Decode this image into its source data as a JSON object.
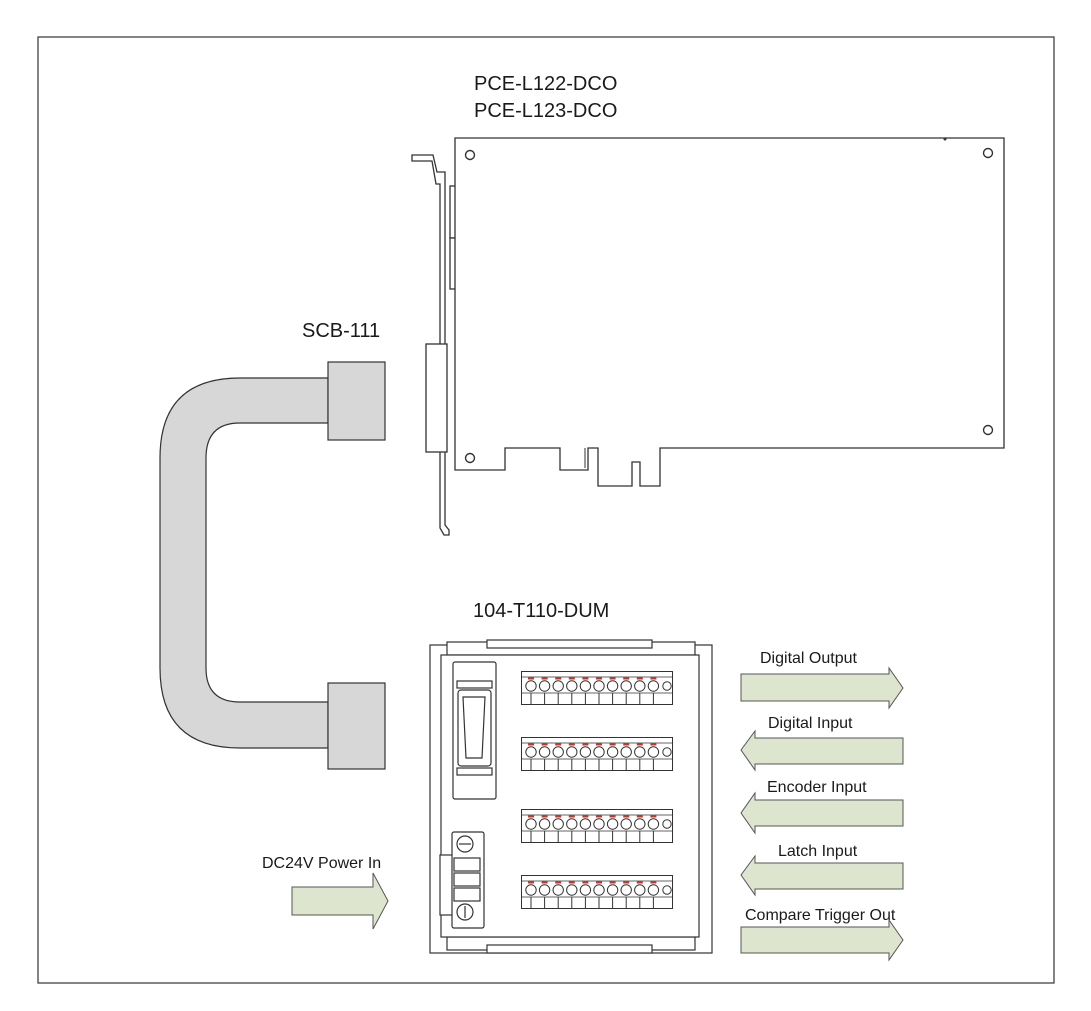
{
  "card": {
    "model_line1": "PCE-L122-DCO",
    "model_line2": "PCE-L123-DCO"
  },
  "cable": {
    "model": "SCB-111"
  },
  "terminal_board": {
    "model": "104-T110-DUM"
  },
  "signals": {
    "digital_output": "Digital Output",
    "digital_input": "Digital Input",
    "encoder_input": "Encoder Input",
    "latch_input": "Latch Input",
    "compare_trigger_out": "Compare Trigger Out",
    "power_in": "DC24V Power In"
  },
  "colors": {
    "cable_fill": "#d7d7d7",
    "arrow_fill": "#dde5cf",
    "stroke": "#333333",
    "terminal_pin_red": "#c0392b"
  }
}
